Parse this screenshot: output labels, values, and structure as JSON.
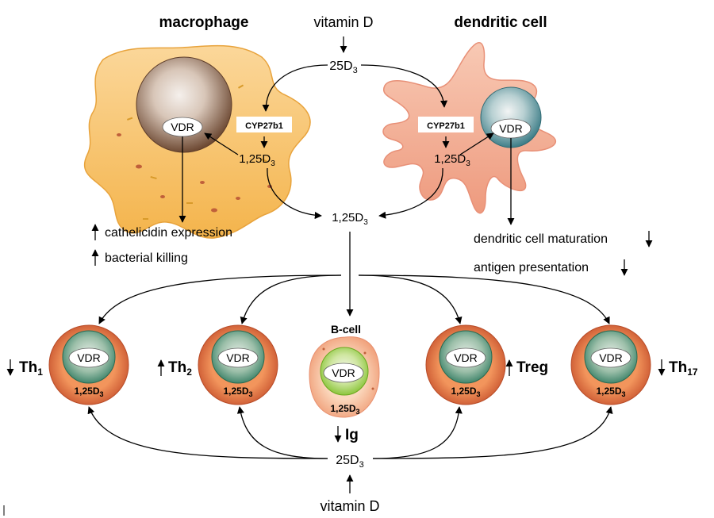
{
  "titles": {
    "macrophage": "macrophage",
    "dendritic": "dendritic cell",
    "bcell": "B-cell"
  },
  "top": {
    "vitamin_d": "vitamin D",
    "d25": "25D",
    "d25_sub": "3"
  },
  "macrophage": {
    "vdr": "VDR",
    "enzyme": "CYP27b1",
    "d125": "1,25D",
    "d125_sub": "3",
    "effect1": "cathelicidin expression",
    "effect2": "bacterial killing"
  },
  "dendritic": {
    "vdr": "VDR",
    "enzyme": "CYP27b1",
    "d125": "1,25D",
    "d125_sub": "3",
    "effect1": "dendritic cell maturation",
    "effect2": "antigen presentation"
  },
  "center": {
    "d125": "1,25D",
    "d125_sub": "3"
  },
  "tcells": [
    {
      "vdr": "VDR",
      "d125": "1,25D",
      "d125_sub": "3",
      "label": "Th",
      "label_sub": "1",
      "arrow": "down"
    },
    {
      "vdr": "VDR",
      "d125": "1,25D",
      "d125_sub": "3",
      "label": "Th",
      "label_sub": "2",
      "arrow": "up"
    },
    {
      "vdr": "VDR",
      "d125": "1,25D",
      "d125_sub": "3",
      "label": "Ig",
      "label_sub": "",
      "arrow": "down"
    },
    {
      "vdr": "VDR",
      "d125": "1,25D",
      "d125_sub": "3",
      "label": "Treg",
      "label_sub": "",
      "arrow": "up"
    },
    {
      "vdr": "VDR",
      "d125": "1,25D",
      "d125_sub": "3",
      "label": "Th",
      "label_sub": "17",
      "arrow": "down"
    }
  ],
  "bottom": {
    "d25": "25D",
    "d25_sub": "3",
    "vitamin_d": "vitamin D"
  },
  "colors": {
    "macrophage_cell": "#f7c062",
    "macrophage_nucleus": "#8a6248",
    "dendritic_cell": "#f2a88f",
    "dendritic_nucleus": "#4f8f98",
    "tcell_outer": "#d8643a",
    "tcell_nucleus": "#3f8a74",
    "bcell_outer": "#f7c2a0",
    "bcell_nucleus": "#8fc63c"
  }
}
